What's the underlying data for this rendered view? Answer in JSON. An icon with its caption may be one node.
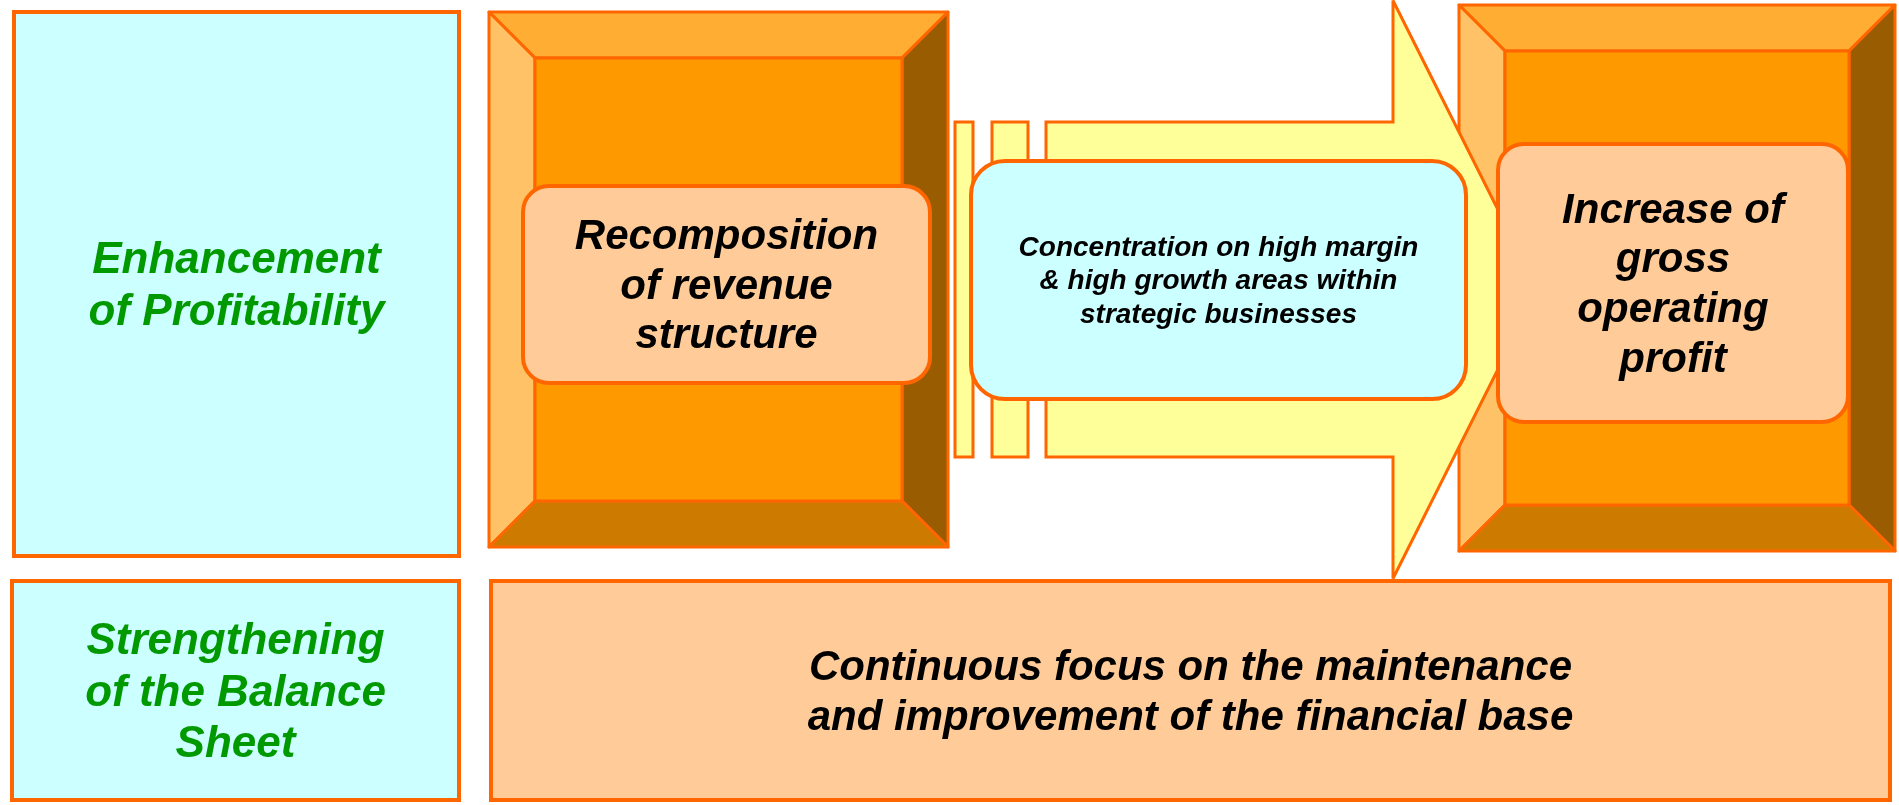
{
  "diagram": {
    "nodes": [
      {
        "text": [
          "Enhancement of Profitability"
        ]
      },
      {
        "text": [],
        "shape": "box"
      },
      {
        "text": [
          "Recomposition of revenue structure"
        ],
        "in": 1
      },
      {
        "text": [
          "Concentration on high margin & high growth areas within strategic businesses"
        ]
      },
      {
        "text": [],
        "shape": "box"
      },
      {
        "text": [
          "Increase of gross operating profit"
        ],
        "in": 4
      },
      {
        "text": [
          "Strengthening of the Balance Sheet"
        ]
      },
      {
        "text": [
          "Continuous focus on the maintenance and improvement of the financial base"
        ]
      }
    ],
    "edges": [
      {
        "from": 1,
        "to": 4,
        "arrow": "to",
        "style": "thick"
      }
    ]
  }
}
